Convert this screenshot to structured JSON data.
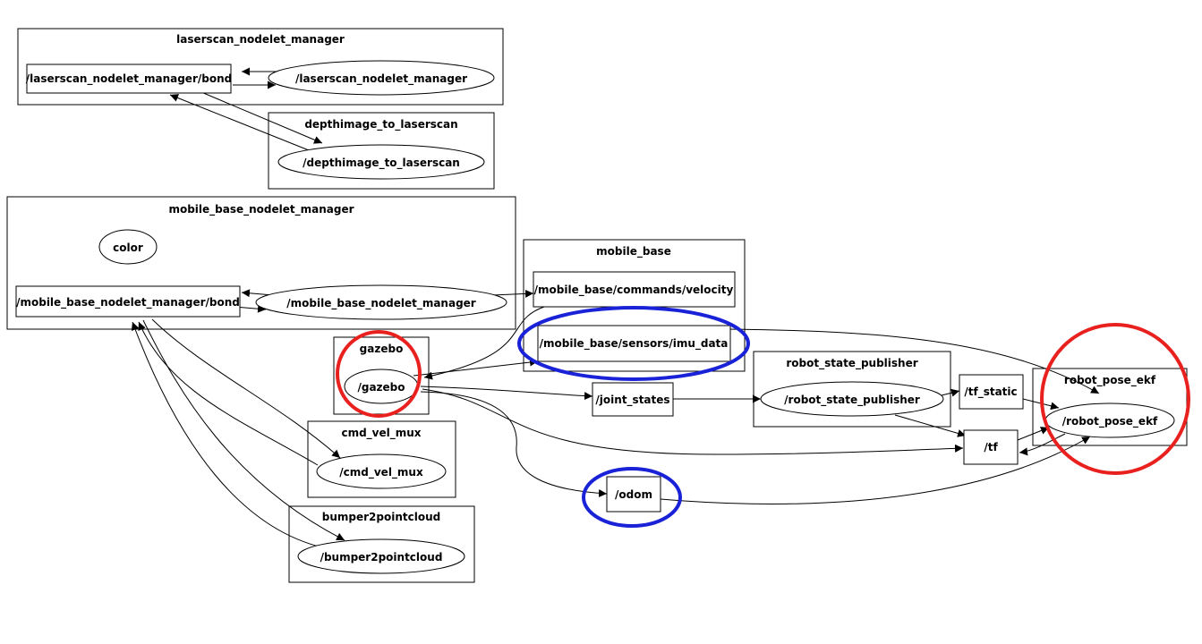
{
  "diagram": {
    "clusters": [
      {
        "id": "c_laserscan_mgr",
        "title": "laserscan_nodelet_manager"
      },
      {
        "id": "c_depthimage",
        "title": "depthimage_to_laserscan"
      },
      {
        "id": "c_mobile_base_mgr",
        "title": "mobile_base_nodelet_manager"
      },
      {
        "id": "c_mobile_base",
        "title": "mobile_base"
      },
      {
        "id": "c_gazebo",
        "title": "gazebo"
      },
      {
        "id": "c_cmd_vel_mux",
        "title": "cmd_vel_mux"
      },
      {
        "id": "c_bumper",
        "title": "bumper2pointcloud"
      },
      {
        "id": "c_rsp",
        "title": "robot_state_publisher"
      },
      {
        "id": "c_ekf",
        "title": "robot_pose_ekf"
      }
    ],
    "nodes": [
      {
        "id": "t_laser_bond",
        "shape": "box",
        "label": "/laserscan_nodelet_manager/bond"
      },
      {
        "id": "n_laser_mgr",
        "shape": "ellipse",
        "label": "/laserscan_nodelet_manager"
      },
      {
        "id": "n_depthimage",
        "shape": "ellipse",
        "label": "/depthimage_to_laserscan"
      },
      {
        "id": "n_color",
        "shape": "ellipse",
        "label": "color"
      },
      {
        "id": "t_mb_bond",
        "shape": "box",
        "label": "/mobile_base_nodelet_manager/bond"
      },
      {
        "id": "n_mb_mgr",
        "shape": "ellipse",
        "label": "/mobile_base_nodelet_manager"
      },
      {
        "id": "t_velocity",
        "shape": "box",
        "label": "/mobile_base/commands/velocity"
      },
      {
        "id": "t_imu",
        "shape": "box",
        "label": "/mobile_base/sensors/imu_data"
      },
      {
        "id": "n_gazebo",
        "shape": "ellipse",
        "label": "/gazebo"
      },
      {
        "id": "t_joint_states",
        "shape": "box",
        "label": "/joint_states"
      },
      {
        "id": "n_rsp",
        "shape": "ellipse",
        "label": "/robot_state_publisher"
      },
      {
        "id": "t_tf_static",
        "shape": "box",
        "label": "/tf_static"
      },
      {
        "id": "t_tf",
        "shape": "box",
        "label": "/tf"
      },
      {
        "id": "n_ekf",
        "shape": "ellipse",
        "label": "/robot_pose_ekf"
      },
      {
        "id": "n_cmd_vel_mux",
        "shape": "ellipse",
        "label": "/cmd_vel_mux"
      },
      {
        "id": "n_bumper",
        "shape": "ellipse",
        "label": "/bumper2pointcloud"
      },
      {
        "id": "t_odom",
        "shape": "box",
        "label": "/odom"
      }
    ],
    "edges": [
      {
        "from": "n_laser_mgr",
        "to": "t_laser_bond"
      },
      {
        "from": "t_laser_bond",
        "to": "n_laser_mgr"
      },
      {
        "from": "t_laser_bond",
        "to": "n_depthimage"
      },
      {
        "from": "n_depthimage",
        "to": "t_laser_bond"
      },
      {
        "from": "n_mb_mgr",
        "to": "t_mb_bond"
      },
      {
        "from": "t_mb_bond",
        "to": "n_mb_mgr"
      },
      {
        "from": "n_mb_mgr",
        "to": "t_velocity"
      },
      {
        "from": "t_velocity",
        "to": "n_gazebo"
      },
      {
        "from": "n_gazebo",
        "to": "t_imu"
      },
      {
        "from": "n_gazebo",
        "to": "t_joint_states"
      },
      {
        "from": "n_gazebo",
        "to": "t_tf"
      },
      {
        "from": "n_gazebo",
        "to": "t_odom"
      },
      {
        "from": "t_joint_states",
        "to": "n_rsp"
      },
      {
        "from": "n_rsp",
        "to": "t_tf_static"
      },
      {
        "from": "n_rsp",
        "to": "t_tf"
      },
      {
        "from": "t_tf_static",
        "to": "n_ekf"
      },
      {
        "from": "t_tf",
        "to": "n_ekf"
      },
      {
        "from": "n_ekf",
        "to": "t_tf"
      },
      {
        "from": "t_imu",
        "to": "n_ekf"
      },
      {
        "from": "t_odom",
        "to": "n_ekf"
      },
      {
        "from": "t_mb_bond",
        "to": "n_cmd_vel_mux"
      },
      {
        "from": "n_cmd_vel_mux",
        "to": "t_mb_bond"
      },
      {
        "from": "t_mb_bond",
        "to": "n_bumper"
      },
      {
        "from": "n_bumper",
        "to": "t_mb_bond"
      }
    ],
    "highlights": [
      {
        "target": "c_gazebo",
        "shape": "circle",
        "color": "#e8211f"
      },
      {
        "target": "c_ekf",
        "shape": "circle",
        "color": "#e8211f"
      },
      {
        "target": "t_imu",
        "shape": "ellipse",
        "color": "#1a22d8"
      },
      {
        "target": "t_odom",
        "shape": "ellipse",
        "color": "#1a22d8"
      }
    ]
  }
}
